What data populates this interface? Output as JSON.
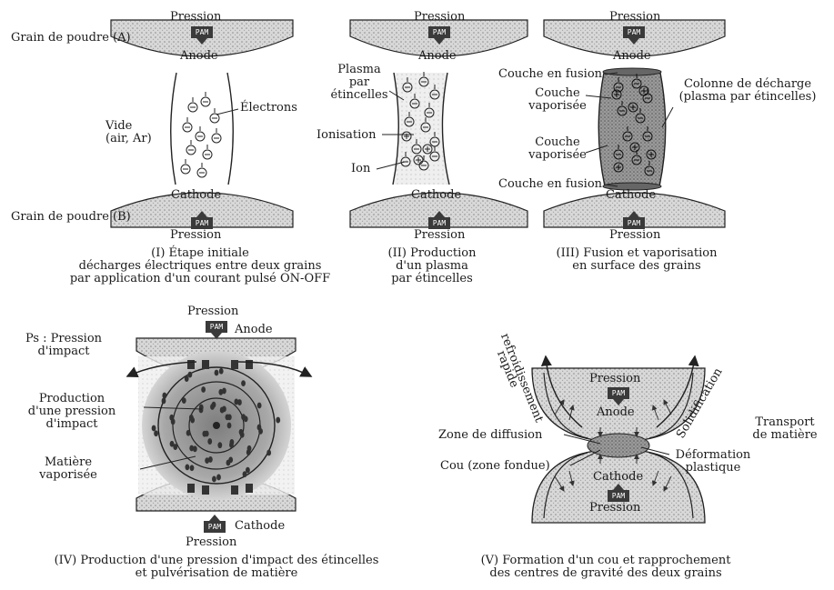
{
  "pressure": "Pression",
  "pam_mark": "PAM",
  "anode": "Anode",
  "cathode": "Cathode",
  "panel1": {
    "grain_a": "Grain de poudre (A)",
    "grain_b": "Grain de poudre (B)",
    "vide_1": "Vide",
    "vide_2": "(air, Ar)",
    "electrons": "Électrons",
    "cap_1": "(I) Étape initiale",
    "cap_2": "décharges électriques entre deux grains",
    "cap_3": "par application d'un courant pulsé ON-OFF"
  },
  "panel2": {
    "plasma_1": "Plasma",
    "plasma_2": "par",
    "plasma_3": "étincelles",
    "ionisation": "Ionisation",
    "ion": "Ion",
    "cap_1": "(II) Production",
    "cap_2": "d'un plasma",
    "cap_3": "par étincelles"
  },
  "panel3": {
    "couche_fusion_top": "Couche en fusion",
    "couche_vap_1a": "Couche",
    "couche_vap_1b": "vaporisée",
    "couche_vap_2a": "Couche",
    "couche_vap_2b": "vaporisée",
    "couche_fusion_bottom": "Couche en fusion",
    "colonne_1": "Colonne de décharge",
    "colonne_2": "(plasma par étincelles)",
    "cap_1": "(III) Fusion et vaporisation",
    "cap_2": "en surface des grains"
  },
  "panel4": {
    "ps_1": "Ps : Pression",
    "ps_2": "d'impact",
    "prod_1": "Production",
    "prod_2": "d'une pression",
    "prod_3": "d'impact",
    "mat_1": "Matière",
    "mat_2": "vaporisée",
    "cap_1": "(IV) Production d'une pression d'impact des étincelles",
    "cap_2": "et pulvérisation de matière"
  },
  "panel5": {
    "refroid_1": "refroidissement",
    "refroid_2": "rapide",
    "solidification": "Solidification",
    "transport_1": "Transport",
    "transport_2": "de matière",
    "deform_1": "Déformation",
    "deform_2": "plastique",
    "zone_diffusion": "Zone de diffusion",
    "cou": "Cou (zone fondue)",
    "cap_1": "(V) Formation d'un cou et rapprochement",
    "cap_2": "des centres de gravité des deux grains"
  }
}
